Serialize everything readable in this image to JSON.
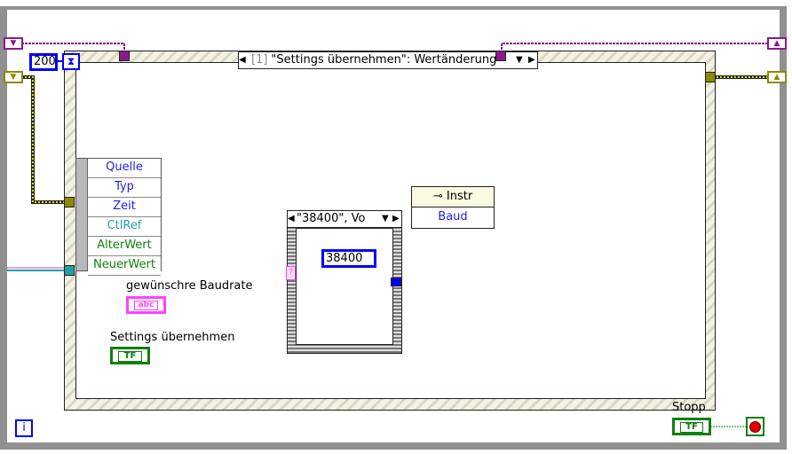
{
  "while_loop": {
    "wait_ms": "200",
    "iteration_label": "i"
  },
  "event_structure": {
    "case_index": "[1]",
    "case_name": "\"Settings übernehmen\": Wertänderung"
  },
  "event_data": [
    "Quelle",
    "Typ",
    "Zeit",
    "CtlRef",
    "AlterWert",
    "NeuerWert"
  ],
  "event_data_colors": [
    "#2020e0",
    "#2020e0",
    "#2020e0",
    "#20a0a0",
    "#108010",
    "#108010"
  ],
  "property_node": {
    "class": "Instr",
    "property": "Baud"
  },
  "case_structure": {
    "selector": "\"38400\", Vo",
    "constant": "38400",
    "selector_terminal": "?"
  },
  "controls": {
    "baudrate_label": "gewünschre Baudrate",
    "baudrate_type": "abc",
    "settings_label": "Settings übernehmen",
    "settings_type": "TF",
    "stop_label": "Stopp",
    "stop_type": "TF"
  },
  "colors": {
    "refnum": "#8a1a8a",
    "error": "#8a8a00",
    "string": "#ff40ff",
    "numeric": "#0000ff",
    "boolean": "#108010"
  }
}
